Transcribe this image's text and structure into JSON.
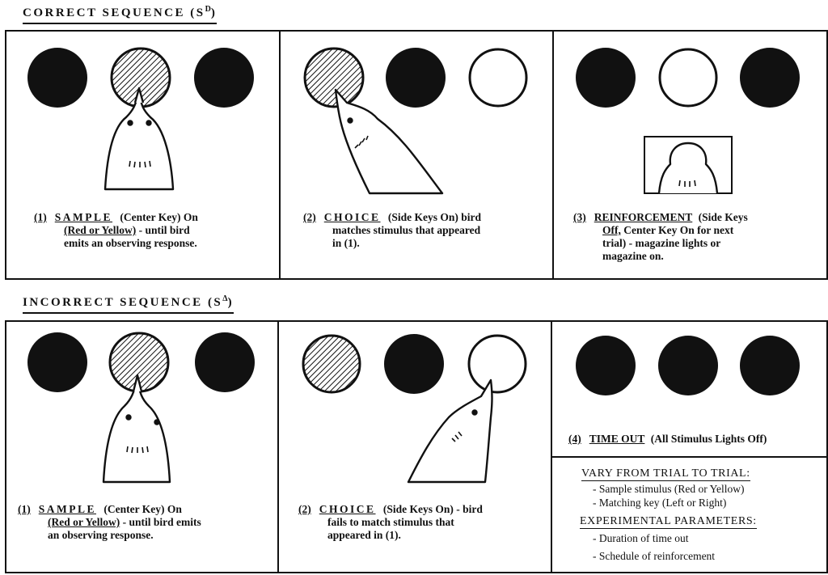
{
  "correct": {
    "title": "CORRECT SEQUENCE",
    "title_paren": "(S",
    "title_sup": "D",
    "title_close": ")",
    "panels": [
      {
        "num": "(1)",
        "keyword": "SAMPLE",
        "text_a": "(Center Key) On",
        "text_b_u": "(Red or Yellow)",
        "text_b": " - until bird",
        "text_c": "emits an observing response."
      },
      {
        "num": "(2)",
        "keyword": "CHOICE",
        "text_a": "(Side Keys On) bird",
        "text_b": "matches stimulus that appeared",
        "text_c": "in (1)."
      },
      {
        "num": "(3)",
        "keyword": "REINFORCEMENT",
        "text_a": "(Side Keys",
        "text_b_u": "Off,",
        "text_b": " Center Key On for next",
        "text_c": "trial) - magazine lights or",
        "text_d": "magazine on."
      }
    ]
  },
  "incorrect": {
    "title": "INCORRECT SEQUENCE",
    "title_paren": "(S",
    "title_sup": "Δ",
    "title_close": ")",
    "panels": [
      {
        "num": "(1)",
        "keyword": "SAMPLE",
        "text_a": "(Center Key) On",
        "text_b_u": "(Red or Yellow)",
        "text_b": " - until bird emits",
        "text_c": "an observing response."
      },
      {
        "num": "(2)",
        "keyword": "CHOICE",
        "text_a": "(Side Keys On) - bird",
        "text_b": "fails to match stimulus that",
        "text_c": "appeared in (1)."
      },
      {
        "num": "(4)",
        "keyword": "TIME OUT",
        "text_a": "(All Stimulus Lights Off)"
      }
    ]
  },
  "info": {
    "vary_title": "VARY FROM TRIAL TO TRIAL:",
    "vary_items": [
      "- Sample stimulus (Red or Yellow)",
      "- Matching key (Left or Right)"
    ],
    "params_title": "EXPERIMENTAL PARAMETERS:",
    "params_items": [
      "- Duration of time out",
      "- Schedule of reinforcement"
    ]
  }
}
